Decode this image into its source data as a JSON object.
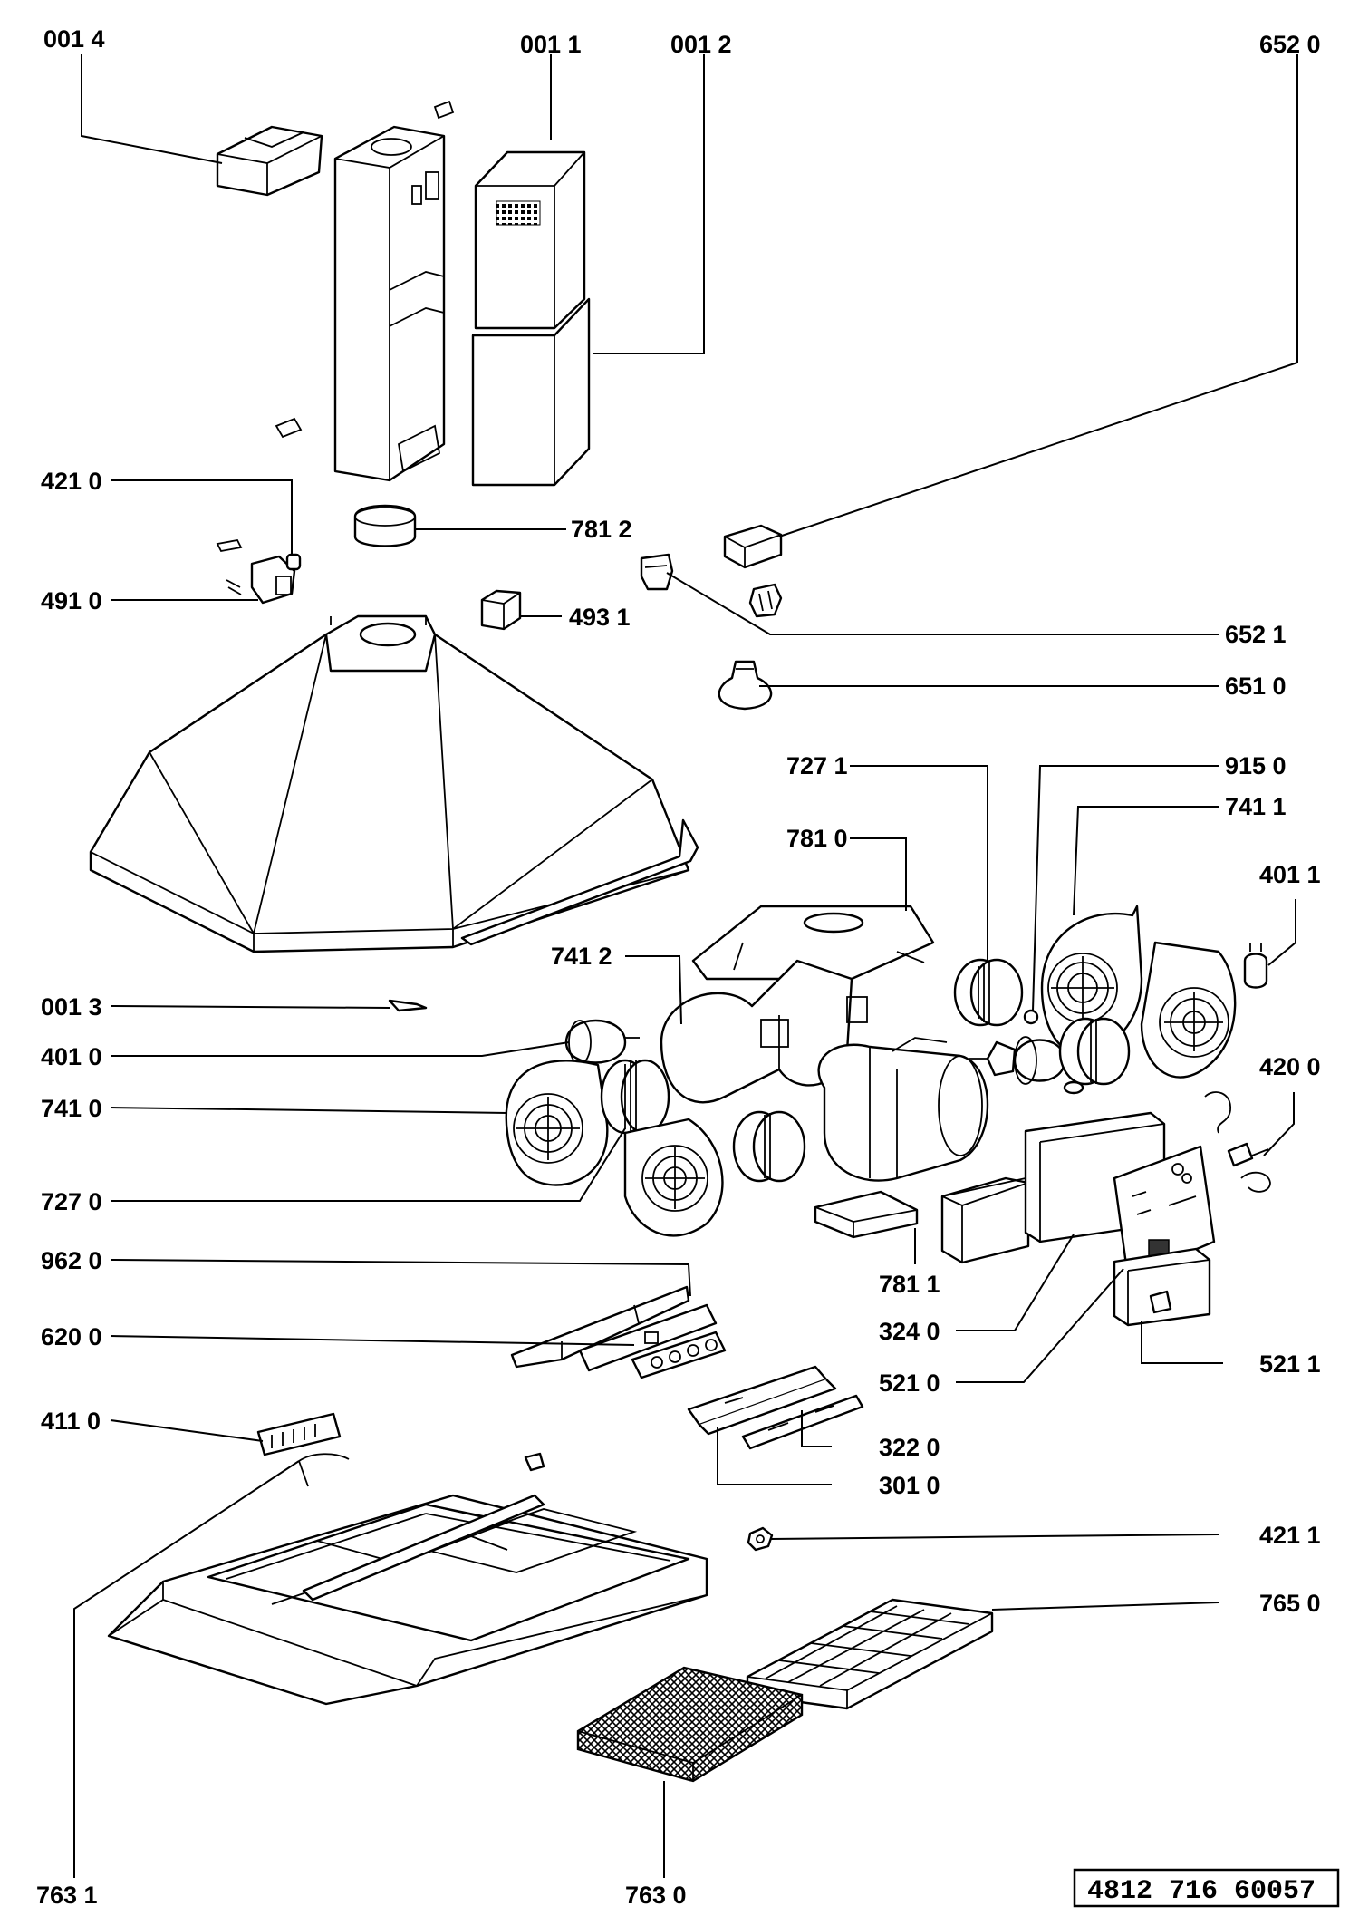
{
  "labels": {
    "p0014": "001 4",
    "p0011": "001 1",
    "p0012": "001 2",
    "p6520": "652 0",
    "p4210": "421 0",
    "p7812": "781 2",
    "p4910": "491 0",
    "p4931": "493 1",
    "p6521": "652 1",
    "p6510": "651 0",
    "p7271": "727 1",
    "p9150": "915 0",
    "p7810": "781 0",
    "p7411": "741 1",
    "p4011": "401 1",
    "p7412": "741 2",
    "p0013": "001 3",
    "p4010": "401 0",
    "p4200": "420 0",
    "p7410": "741 0",
    "p7270": "727 0",
    "p7811": "781 1",
    "p9620": "962 0",
    "p3240": "324 0",
    "p6200": "620 0",
    "p5210": "521 0",
    "p5211": "521 1",
    "p4110": "411 0",
    "p3220": "322 0",
    "p3010": "301 0",
    "p4211": "421 1",
    "p7650": "765 0",
    "p7631": "763 1",
    "p7630": "763 0"
  },
  "reference_number": "4812 716 60057"
}
